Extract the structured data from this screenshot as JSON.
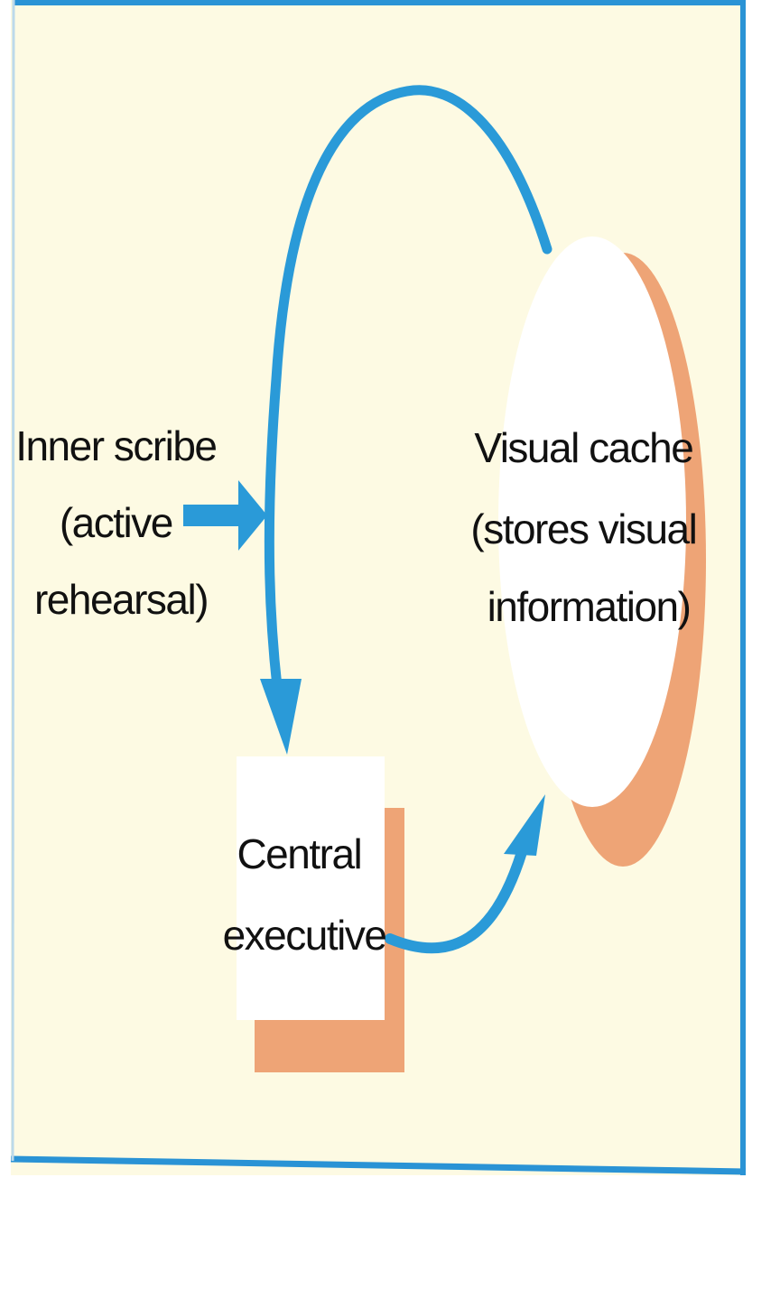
{
  "colors": {
    "background": "#fdfae3",
    "frame": "#2a93d5",
    "arrow": "#2a9ad8",
    "shadow": "#eea476",
    "box": "#ffffff",
    "text": "#111111"
  },
  "nodes": {
    "inner_scribe": {
      "lines": [
        "Inner scribe",
        "(active",
        "rehearsal)"
      ]
    },
    "visual_cache": {
      "lines": [
        "Visual cache",
        "(stores visual",
        "information)"
      ]
    },
    "central_executive": {
      "lines": [
        "Central",
        "executive"
      ]
    }
  }
}
